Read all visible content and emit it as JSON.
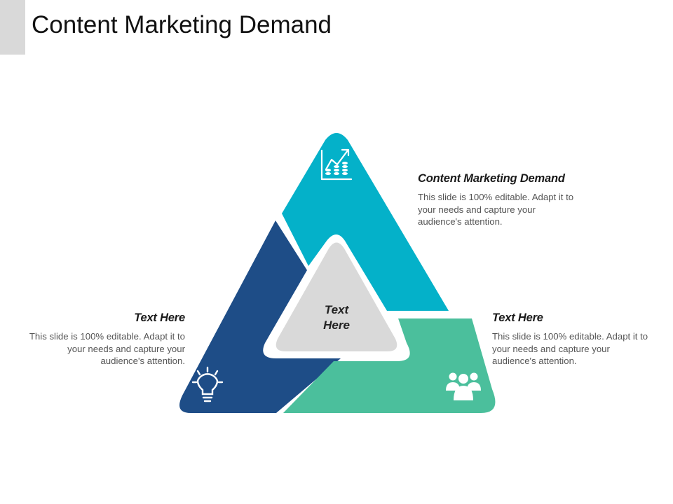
{
  "title": "Content Marketing Demand",
  "center": {
    "line1": "Text",
    "line2": "Here"
  },
  "segments": {
    "top": {
      "heading": "Content Marketing Demand",
      "body": "This slide is 100% editable. Adapt it to your needs and capture your audience's attention.",
      "icon": "growth-chart-coins-icon",
      "color": "#04b1c9"
    },
    "left": {
      "heading": "Text Here",
      "body": "This slide is 100% editable. Adapt it to your needs and capture your audience's attention.",
      "icon": "lightbulb-icon",
      "color": "#1e4d87"
    },
    "right": {
      "heading": "Text Here",
      "body": "This slide is 100% editable. Adapt it to your needs and capture your audience's attention.",
      "icon": "team-people-icon",
      "color": "#4bbf9c"
    }
  },
  "colors": {
    "center_fill": "#d9d9d9",
    "accent_bar": "#d9d9d9"
  }
}
